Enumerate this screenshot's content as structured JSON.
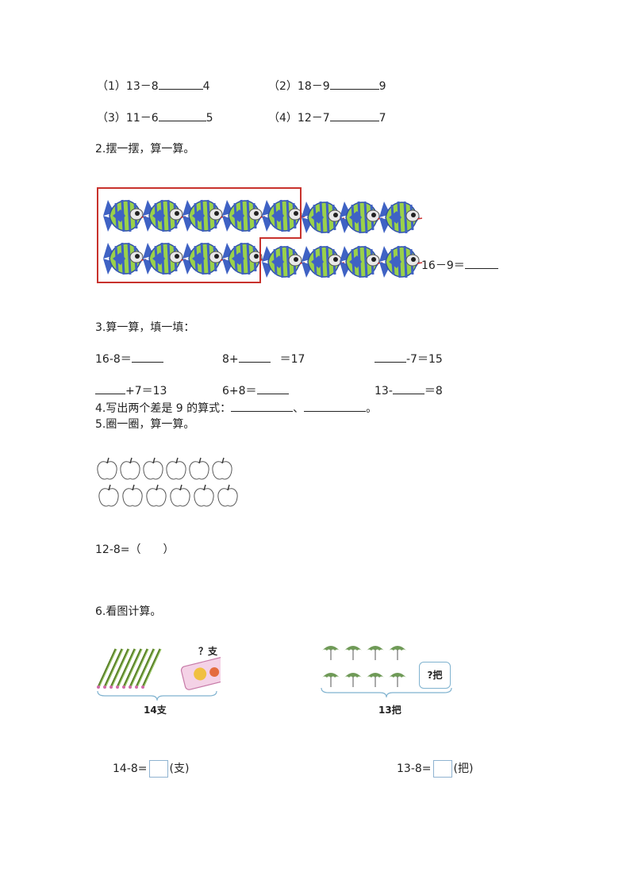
{
  "q1": {
    "items": [
      {
        "label": "（1）13－8",
        "tail": "4"
      },
      {
        "label": "（2）18－9",
        "tail": "9"
      },
      {
        "label": "（3）11－6",
        "tail": "5"
      },
      {
        "label": "（4）12－7",
        "tail": "7"
      }
    ]
  },
  "q2": {
    "title": "2.摆一摆，算一算。",
    "equation": "16－9＝"
  },
  "q3": {
    "title": "3.算一算，填一填：",
    "row1": {
      "a": "16-8＝",
      "b_pre": "8+",
      "b_post": "＝17",
      "c_post": "-7＝15"
    },
    "row2": {
      "a_post": "+7＝13",
      "b": "6+8＝",
      "c_pre": "13-",
      "c_post": "＝8"
    }
  },
  "q4": {
    "text": "4.写出两个差是 9 的算式：",
    "sep": "、",
    "end": "。"
  },
  "q5": {
    "title": "5.圈一圈，算一算。",
    "equation": "12-8=（　　）"
  },
  "q6": {
    "title": "6.看图计算。",
    "left": {
      "question": "？支",
      "total": "14支",
      "eq": "14-8=",
      "unit": "(支)"
    },
    "right": {
      "question": "?把",
      "total": "13把",
      "eq": "13-8=",
      "unit": "(把)"
    }
  },
  "colors": {
    "frame_red": "#c8322d",
    "fish_blue": "#3f62c4",
    "fish_green": "#8fc33c",
    "umbrella": "#6f9a57",
    "box_blue": "#8fb3d1"
  }
}
